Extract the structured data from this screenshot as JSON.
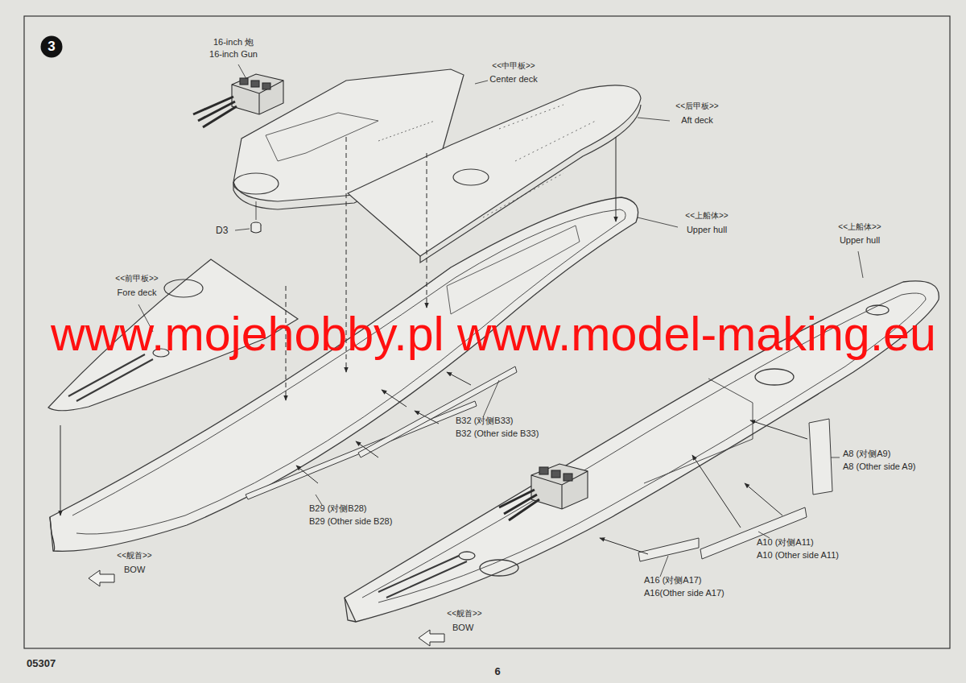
{
  "diagram": {
    "nodes": [
      {
        "text": [
          "3"
        ]
      }
    ],
    "labels": [
      "16-inch 炮",
      "16-inch Gun",
      "<<中甲板>>",
      "Center deck",
      "<<后甲板>>",
      "Aft deck",
      "<<上船体>>",
      "Upper hull",
      "<<上船体>>",
      "Upper hull",
      "<<前甲板>>",
      "Fore deck",
      "D3",
      "B32 (对侧B33)",
      "B32 (Other side B33)",
      "B29 (对侧B28)",
      "B29 (Other side B28)",
      "<<舰首>>",
      "BOW",
      "A8 (对侧A9)",
      "A8 (Other side A9)",
      "A10 (对侧A11)",
      "A10 (Other side A11)",
      "A16 (对侧A17)",
      "A16(Other side A17)",
      "<<舰首>>",
      "BOW",
      "www.mojehobby.pl www.model-making.eu",
      "05307",
      "6"
    ]
  }
}
